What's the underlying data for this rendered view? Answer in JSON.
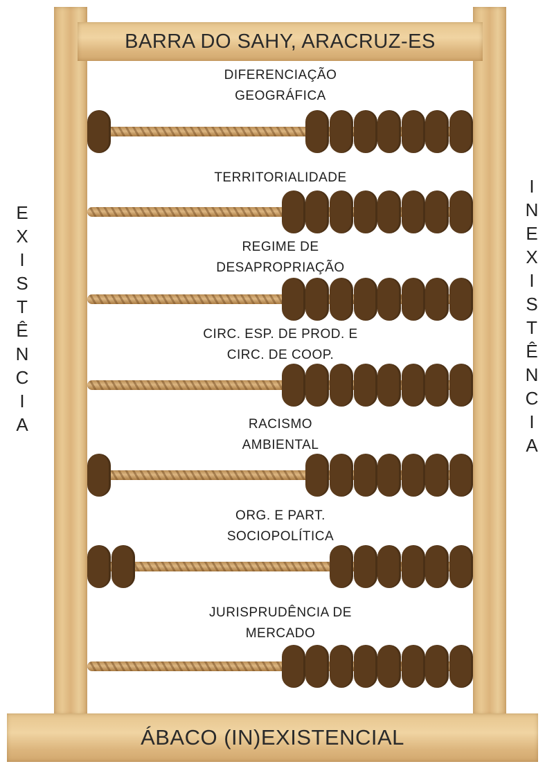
{
  "title": "BARRA DO SAHY, ARACRUZ-ES",
  "footer": "ÁBACO (IN)EXISTENCIAL",
  "left_side_label": "EXISTÊNCIA",
  "right_side_label": "INEXISTÊNCIA",
  "colors": {
    "bead": "#5b3b1c",
    "wood": "#e2bf88",
    "rope": "#c9a06a"
  },
  "rods": [
    {
      "label_lines": [
        "DIFERENCIAÇÃO",
        "GEOGRÁFICA"
      ],
      "left_beads": 1,
      "right_beads": 7
    },
    {
      "label_lines": [
        "TERRITORIALIDADE"
      ],
      "left_beads": 0,
      "right_beads": 8
    },
    {
      "label_lines": [
        "REGIME DE",
        "DESAPROPRIAÇÃO"
      ],
      "left_beads": 0,
      "right_beads": 8
    },
    {
      "label_lines": [
        "CIRC. ESP. DE PROD. E",
        "CIRC. DE COOP."
      ],
      "left_beads": 0,
      "right_beads": 8
    },
    {
      "label_lines": [
        "RACISMO",
        "AMBIENTAL"
      ],
      "left_beads": 1,
      "right_beads": 7
    },
    {
      "label_lines": [
        "ORG. E PART.",
        "SOCIOPOLÍTICA"
      ],
      "left_beads": 2,
      "right_beads": 6
    },
    {
      "label_lines": [
        "JURISPRUDÊNCIA DE",
        "MERCADO"
      ],
      "left_beads": 0,
      "right_beads": 8
    }
  ]
}
